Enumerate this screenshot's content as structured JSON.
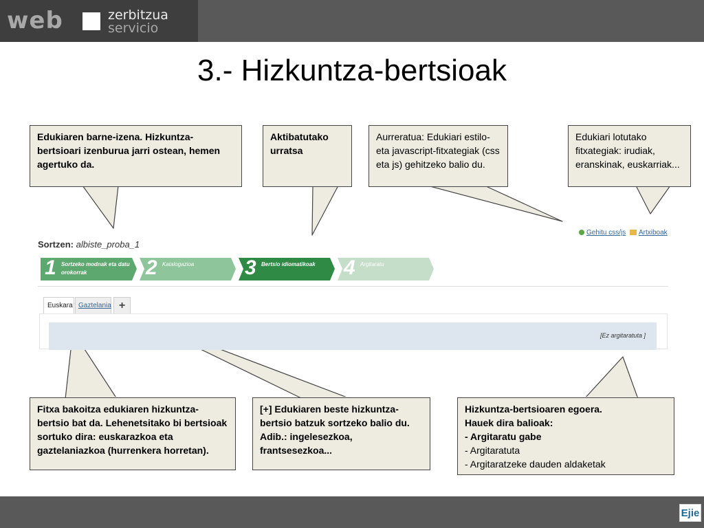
{
  "header": {
    "logo_web": "web",
    "logo_zerbitzua": "zerbitzua",
    "logo_servicio": "servicio"
  },
  "title": "3.- Hizkuntza-bertsioak",
  "callouts": {
    "barne_izena": "Edukiaren barne-izena. Hizkuntza-bertsioari izenburua jarri ostean, hemen agertuko da.",
    "aktibatutako": "Aktibatutako urratsa",
    "aurreratua": "Aurreratua: Edukiari estilo- eta javascript-fitxategiak (css eta js) gehitzeko balio du.",
    "lotutako": "Edukiari lotutako fitxategiak: irudiak, eranskinak, euskarriak...",
    "fitxa": "Fitxa bakoitza edukiaren hizkuntza-bertsio bat da. Lehenetsitako bi bertsioak sortuko dira: euskarazkoa eta gaztelaniazkoa (hurrenkera horretan).",
    "plus": "[+] Edukiaren beste hizkuntza-bertsio batzuk sortzeko balio du. Adib.: ingelesezkoa, frantsesezkoa...",
    "egoera_title": "Hizkuntza-bertsioaren egoera.",
    "egoera_sub": "Hauek dira balioak:",
    "egoera_items": [
      "Argitaratu gabe",
      "Argitaratuta",
      "Argitaratzeke dauden aldaketak"
    ]
  },
  "app": {
    "sortzen_label": "Sortzen:",
    "sortzen_value": "albiste_proba_1",
    "gehitu_link": "Gehitu css/js",
    "artxiboak_link": "Artxiboak",
    "steps": [
      {
        "num": "1",
        "label": "Sortzeko modnak eta datu orokorrak"
      },
      {
        "num": "2",
        "label": "Katalogazioa"
      },
      {
        "num": "3",
        "label": "Bertsio idiomatikoak"
      },
      {
        "num": "4",
        "label": "Argitaratu"
      }
    ],
    "tabs": [
      "Euskara",
      "Gaztelania"
    ],
    "add_tab": "+",
    "status": "[Ez argitaratuta ]"
  },
  "colors": {
    "step_done": "#5da86e",
    "step_active": "#2e8a45",
    "step_future": "#c5dec9",
    "callout_bg": "#eeece1",
    "bars": "#595959"
  },
  "footer": {
    "logo": "Ejie"
  }
}
